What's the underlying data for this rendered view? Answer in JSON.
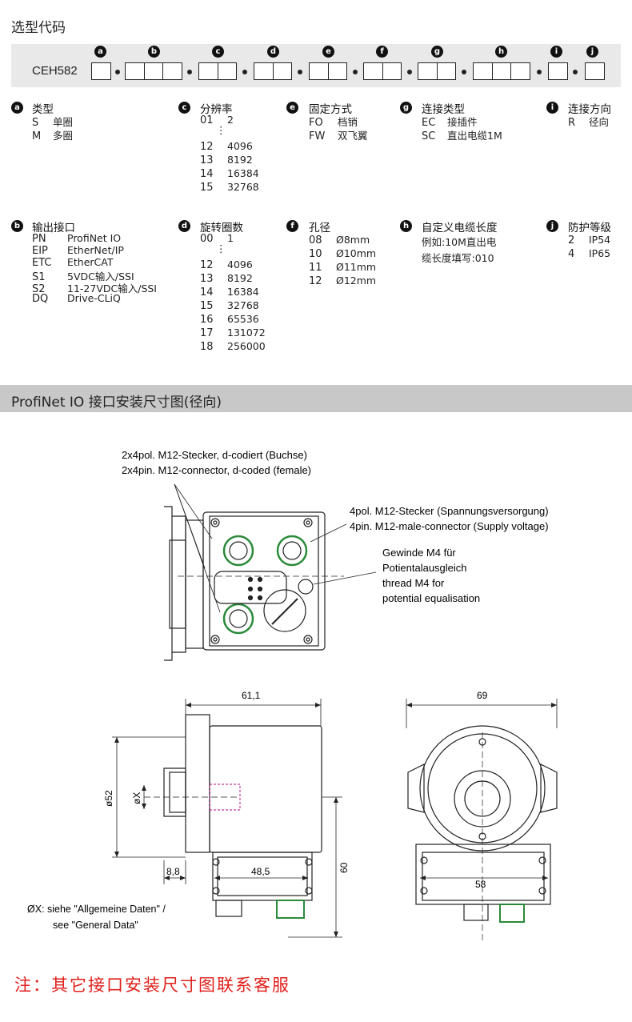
{
  "title": "选型代码",
  "code": {
    "prefix": "CEH582",
    "letters": [
      "a",
      "b",
      "c",
      "d",
      "e",
      "f",
      "g",
      "h",
      "i",
      "j"
    ]
  },
  "sections": {
    "a": {
      "letter": "a",
      "title": "类型",
      "rows": [
        {
          "k": "S",
          "v": "单圈"
        },
        {
          "k": "M",
          "v": "多圈"
        }
      ]
    },
    "b": {
      "letter": "b",
      "title": "输出接口",
      "rows": [
        {
          "k": "PN",
          "v": "ProfiNet IO"
        },
        {
          "k": "EIP",
          "v": "EtherNet/IP"
        },
        {
          "k": "ETC",
          "v": "EtherCAT"
        },
        {
          "k": "S1",
          "v": "5VDC输入/SSI"
        },
        {
          "k": "S2",
          "v": "11-27VDC输入/SSI"
        },
        {
          "k": "DQ",
          "v": "Drive-CLiQ"
        }
      ]
    },
    "c": {
      "letter": "c",
      "title": "分辨率",
      "rows": [
        {
          "k": "01",
          "v": "2"
        },
        {
          "k": "",
          "v": "⋮"
        },
        {
          "k": "12",
          "v": "4096"
        },
        {
          "k": "13",
          "v": "8192"
        },
        {
          "k": "14",
          "v": "16384"
        },
        {
          "k": "15",
          "v": "32768"
        }
      ]
    },
    "d": {
      "letter": "d",
      "title": "旋转圈数",
      "rows": [
        {
          "k": "00",
          "v": "1"
        },
        {
          "k": "",
          "v": "⋮"
        },
        {
          "k": "12",
          "v": "4096"
        },
        {
          "k": "13",
          "v": "8192"
        },
        {
          "k": "14",
          "v": "16384"
        },
        {
          "k": "15",
          "v": "32768"
        },
        {
          "k": "16",
          "v": "65536"
        },
        {
          "k": "17",
          "v": "131072"
        },
        {
          "k": "18",
          "v": "256000"
        }
      ]
    },
    "e": {
      "letter": "e",
      "title": "固定方式",
      "rows": [
        {
          "k": "FO",
          "v": "档销"
        },
        {
          "k": "FW",
          "v": "双飞翼"
        }
      ]
    },
    "f": {
      "letter": "f",
      "title": "孔径",
      "rows": [
        {
          "k": "08",
          "v": "Ø8mm"
        },
        {
          "k": "10",
          "v": "Ø10mm"
        },
        {
          "k": "11",
          "v": "Ø11mm"
        },
        {
          "k": "12",
          "v": "Ø12mm"
        }
      ]
    },
    "g": {
      "letter": "g",
      "title": "连接类型",
      "rows": [
        {
          "k": "EC",
          "v": "接插件"
        },
        {
          "k": "SC",
          "v": "直出电缆1M"
        }
      ]
    },
    "h": {
      "letter": "h",
      "title": "自定义电缆长度",
      "rows": [
        {
          "k": "",
          "v": "例如:10M直出电"
        },
        {
          "k": "",
          "v": "缆长度填写:010"
        }
      ]
    },
    "i": {
      "letter": "i",
      "title": "连接方向",
      "rows": [
        {
          "k": "R",
          "v": "径向"
        }
      ]
    },
    "j": {
      "letter": "j",
      "title": "防护等级",
      "rows": [
        {
          "k": "2",
          "v": "IP54"
        },
        {
          "k": "4",
          "v": "IP65"
        }
      ]
    }
  },
  "banner": "ProfiNet IO 接口安装尺寸图(径向)",
  "drawing": {
    "label_2x4_de": "2x4pol. M12-Stecker, d-codiert (Buchse)",
    "label_2x4_en": "2x4pin. M12-connector, d-coded (female)",
    "label_4pol_de": "4pol. M12-Stecker (Spannungsversorgung)",
    "label_4pin_en": "4pin. M12-male-connector (Supply voltage)",
    "label_thread_1": "Gewinde M4 für",
    "label_thread_2": "Potientalausgleich",
    "label_thread_3": "thread M4 for",
    "label_thread_4": "potential equalisation",
    "dim_611": "61,1",
    "dim_69": "69",
    "dim_52": "ø52",
    "dim_x": "øX",
    "dim_88": "8,8",
    "dim_485": "48,5",
    "dim_60": "60",
    "dim_58": "58",
    "note_x_1": "ØX: siehe \"Allgemeine Daten\" /",
    "note_x_2": "see \"General Data\""
  },
  "footer_note": "注：其它接口安装尺寸图联系客服"
}
